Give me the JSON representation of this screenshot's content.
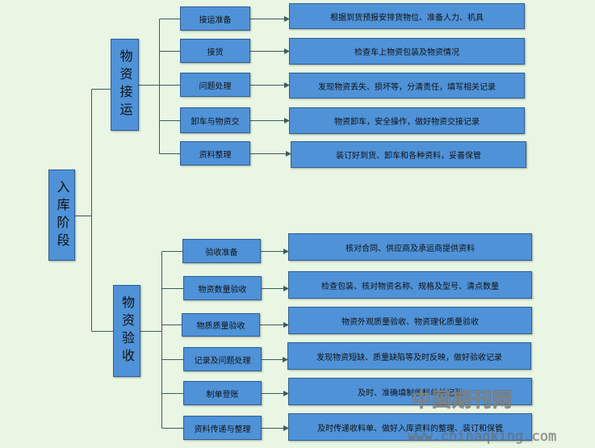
{
  "diagram": {
    "root": {
      "label": "入库阶段"
    },
    "branches": [
      {
        "label": "物资接运",
        "steps": [
          {
            "label": "接运准备",
            "detail": "根据到货预报安排货物位、准备人力、机具"
          },
          {
            "label": "接货",
            "detail": "检查车上物资包装及物资情况"
          },
          {
            "label": "问题处理",
            "detail": "发现物资丢失、损坏等，分清责任，填写相关记录"
          },
          {
            "label": "卸车与物资交",
            "detail": "物资卸车，安全操作，做好物资交接记录"
          },
          {
            "label": "资料整理",
            "detail": "装订好到货、卸车和各种资料，妥善保管"
          }
        ]
      },
      {
        "label": "物资验收",
        "steps": [
          {
            "label": "验收准备",
            "detail": "核对合同、供应商及承运商提供资料"
          },
          {
            "label": "物资数量验收",
            "detail": "检查包装、核对物资名称、规格及型号、清点数量"
          },
          {
            "label": "物质质量验收",
            "detail": "物资外观质量验收、物资理化质量验收"
          },
          {
            "label": "记录及问题处理",
            "detail": "发现物资短缺、质量缺陷等及时反映，做好验收记录"
          },
          {
            "label": "制单登账",
            "detail": "及时、准确填制收料单并记账"
          },
          {
            "label": "资料传递与整理",
            "detail": "及时传递收料单、做好入库资料的整理、装订和保管"
          }
        ]
      }
    ]
  },
  "watermark": {
    "name": "中国期刊网",
    "url": "www.chinaqking.com"
  },
  "colors": {
    "background": "#e9f6e4",
    "box_fill": "#4f92d8",
    "box_border": "#2f5f93",
    "connector": "#3d5c5a",
    "text": "#111111"
  }
}
